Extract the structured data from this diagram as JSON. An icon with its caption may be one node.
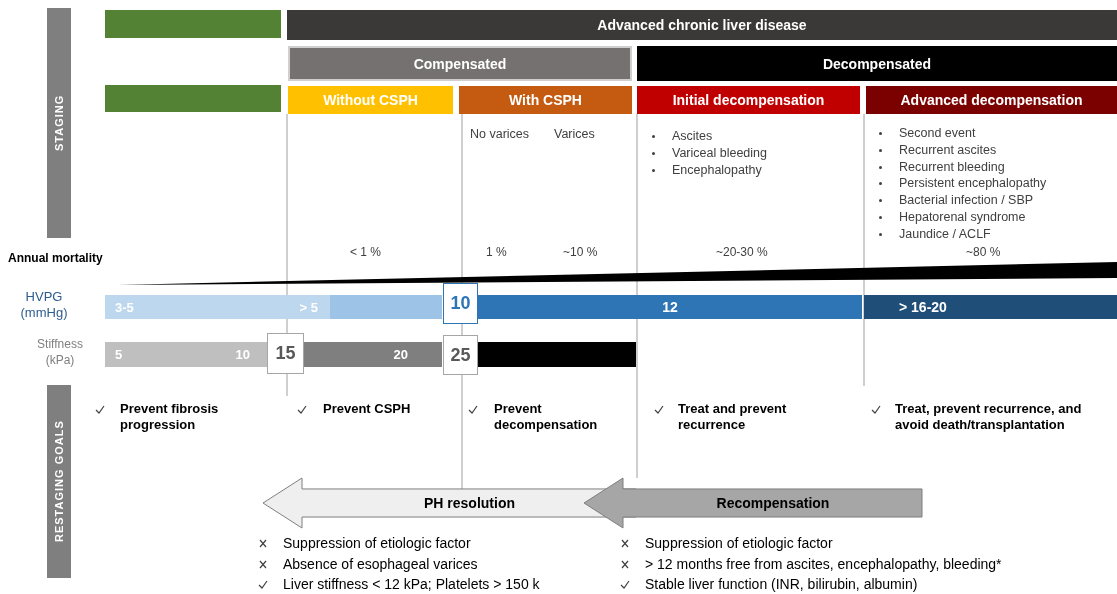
{
  "diagram": {
    "nodes": [
      {
        "text": [
          "STAGING"
        ]
      },
      {
        "text": [],
        "shape": "bar"
      },
      {
        "text": [
          "Advanced chronic liver disease"
        ]
      },
      {
        "text": [
          "Compensated"
        ]
      },
      {
        "text": [
          "Decompensated"
        ]
      },
      {
        "text": [],
        "shape": "bar"
      },
      {
        "text": [
          "Without CSPH"
        ]
      },
      {
        "text": [
          "With CSPH"
        ]
      },
      {
        "text": [
          "Initial decompensation"
        ]
      },
      {
        "text": [
          "Advanced decompensation"
        ]
      },
      {
        "text": [
          "3-5",
          "> 5"
        ]
      },
      {
        "text": [],
        "shape": "bar"
      },
      {
        "text": [
          "12"
        ]
      },
      {
        "text": [
          "> 16-20"
        ]
      },
      {
        "text": [
          "5",
          "10"
        ]
      },
      {
        "text": [
          "20"
        ]
      },
      {
        "text": [],
        "shape": "bar"
      },
      {
        "text": [
          "10"
        ]
      },
      {
        "text": [
          "15"
        ]
      },
      {
        "text": [
          "25"
        ]
      },
      {
        "text": [
          "RESTAGING GOALS"
        ]
      },
      {
        "text": [
          "PH resolution"
        ]
      },
      {
        "text": [
          "Recompensation"
        ]
      },
      {
        "text": [],
        "shape": "triangle"
      }
    ],
    "labels": [
      "No varices",
      "Varices",
      "Ascites",
      "Variceal bleeding",
      "Encephalopathy",
      "Second event",
      "Recurrent ascites",
      "Recurrent bleeding",
      "Persistent encephalopathy",
      "Bacterial infection / SBP",
      "Hepatorenal syndrome",
      "Jaundice / ACLF",
      "Annual mortality",
      "< 1 %",
      "1 %",
      "~10 %",
      "~20-30 %",
      "~80 %",
      "HVPG (mmHg)",
      "Stiffness (kPa)",
      "Prevent fibrosis progression",
      "Prevent CSPH",
      "Prevent decompensation",
      "Treat and prevent recurrence",
      "Treat, prevent recurrence, and avoid death/transplantation",
      "Suppression of etiologic factor",
      "Absence of esophageal varices",
      "Liver stiffness < 12 kPa; Platelets > 150 k",
      "Suppression of etiologic factor",
      "> 12 months free from ascites, encephalopathy, bleeding*",
      "Stable liver function (INR, bilirubin, albumin)"
    ]
  }
}
